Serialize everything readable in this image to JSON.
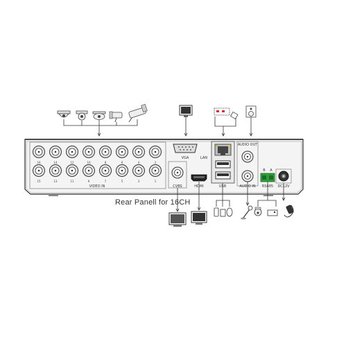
{
  "labels": {
    "vga": "VGA",
    "lan": "LAN",
    "hdmi": "HDMI",
    "usb": "USB",
    "cvbs": "CVBS",
    "video_in": "VIDEO IN",
    "audio_out": "AUDIO OUT",
    "audio_in": "AUDIO IN",
    "rs485": "RS485",
    "dc12v": "DC12V",
    "rs485_b": "B",
    "rs485_a": "A"
  },
  "channels_top": [
    "16",
    "14",
    "12",
    "10",
    "8",
    "6",
    "4",
    "2"
  ],
  "channels_bottom": [
    "15",
    "13",
    "11",
    "9",
    "7",
    "5",
    "3",
    "1"
  ],
  "caption": "Rear Panell for 16CH",
  "colors": {
    "panel": "#f4f4f4",
    "outline": "#444444",
    "rs485_green": "#2e9e3a",
    "line": "#333333"
  }
}
